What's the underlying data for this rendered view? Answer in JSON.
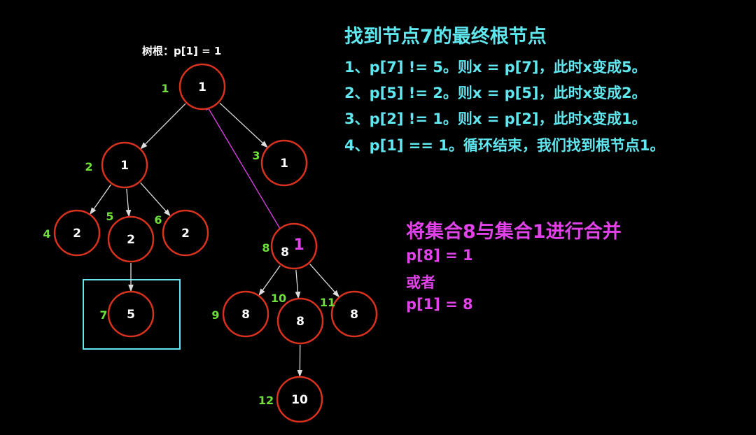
{
  "root_label": "树根：p[1] = 1",
  "find_panel": {
    "title": "找到节点7的最终根节点",
    "steps": [
      "1、p[7] != 5。则x = p[7]，此时x变成5。",
      "2、p[5] != 2。则x = p[5]，此时x变成2。",
      "3、p[2] != 1。则x = p[2]，此时x变成1。",
      "4、p[1] == 1。循环结束，我们找到根节点1。"
    ]
  },
  "merge_panel": {
    "title": "将集合8与集合1进行合并",
    "lines": [
      "p[8] = 1",
      "或者",
      "p[1] = 8"
    ]
  },
  "nodes": [
    {
      "id": "1",
      "parent": "1"
    },
    {
      "id": "2",
      "parent": "1"
    },
    {
      "id": "3",
      "parent": "1"
    },
    {
      "id": "4",
      "parent": "2"
    },
    {
      "id": "5",
      "parent": "2"
    },
    {
      "id": "6",
      "parent": "2"
    },
    {
      "id": "7",
      "parent": "5"
    },
    {
      "id": "8",
      "parent": "8",
      "new_parent": "1"
    },
    {
      "id": "9",
      "parent": "8"
    },
    {
      "id": "10",
      "parent": "8"
    },
    {
      "id": "11",
      "parent": "8"
    },
    {
      "id": "12",
      "parent": "10"
    }
  ],
  "highlighted_node": "7",
  "colors": {
    "node_border": "#d8321f",
    "index_label": "#6ee03a",
    "find": "#5fe6ee",
    "merge": "#e142ea",
    "edge": "#dddddd"
  }
}
